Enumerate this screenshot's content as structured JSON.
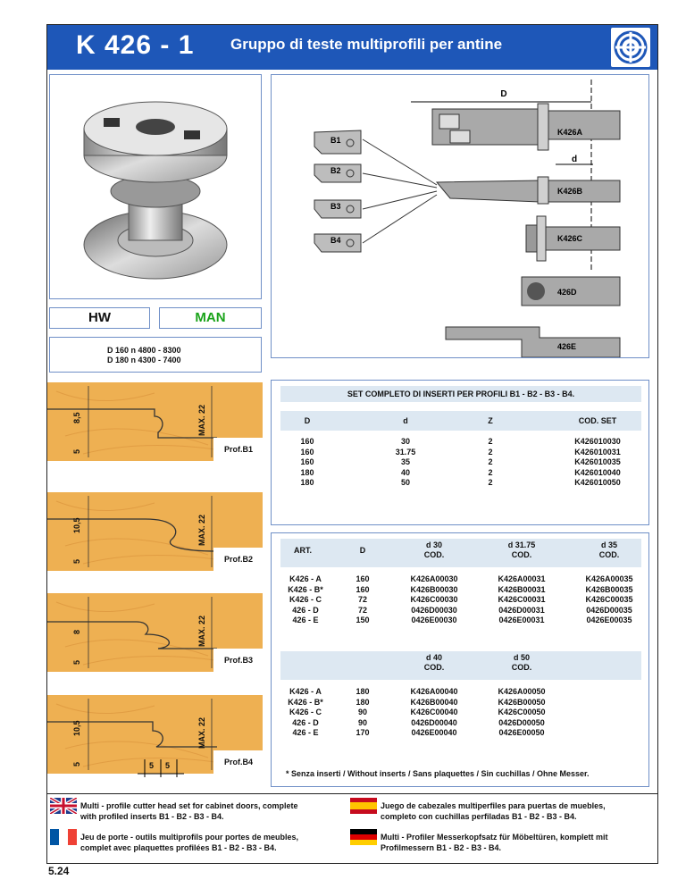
{
  "header": {
    "code": "K 426 - 1",
    "title": "Gruppo di teste multiprofili per antine"
  },
  "tags": {
    "hw": "HW",
    "man": "MAN"
  },
  "speeds": {
    "line1": "D 160  n  4800 - 8300",
    "line2": "D 180  n  4300 - 7400"
  },
  "diagram": {
    "dimension_D": "D",
    "dimension_d": "d",
    "inserts": [
      "B1",
      "B2",
      "B3",
      "B4"
    ],
    "parts": [
      "K426A",
      "K426B",
      "K426C",
      "426D",
      "426E"
    ]
  },
  "profiles": [
    {
      "label": "Prof.B1",
      "dims": [
        "5",
        "8,5"
      ],
      "max": "MAX. 22"
    },
    {
      "label": "Prof.B2",
      "dims": [
        "5",
        "10,5"
      ],
      "max": "MAX. 22"
    },
    {
      "label": "Prof.B3",
      "dims": [
        "5",
        "8"
      ],
      "max": "MAX. 22"
    },
    {
      "label": "Prof.B4",
      "dims": [
        "5",
        "10,5"
      ],
      "max": "MAX. 22"
    }
  ],
  "bottom_dims": [
    "5",
    "5"
  ],
  "set_table": {
    "title": "SET COMPLETO DI INSERTI PER PROFILI B1 - B2 - B3 - B4.",
    "headers": [
      "D",
      "d",
      "Z",
      "COD.  SET"
    ],
    "D": [
      "160",
      "160",
      "160",
      "180",
      "180"
    ],
    "d": [
      "30",
      "31.75",
      "35",
      "40",
      "50"
    ],
    "Z": [
      "2",
      "2",
      "2",
      "2",
      "2"
    ],
    "cod": [
      "K426010030",
      "K426010031",
      "K426010035",
      "K426010040",
      "K426010050"
    ]
  },
  "art_table_1": {
    "headers": {
      "art": "ART.",
      "D": "D",
      "c1a": "d 30",
      "c1b": "COD.",
      "c2a": "d 31.75",
      "c2b": "COD.",
      "c3a": "d 35",
      "c3b": "COD."
    },
    "art": [
      "K426 - A",
      "K426 - B*",
      "K426 - C",
      "426 - D",
      "426 - E"
    ],
    "D": [
      "160",
      "160",
      "72",
      "72",
      "150"
    ],
    "c1": [
      "K426A00030",
      "K426B00030",
      "K426C00030",
      "0426D00030",
      "0426E00030"
    ],
    "c2": [
      "K426A00031",
      "K426B00031",
      "K426C00031",
      "0426D00031",
      "0426E00031"
    ],
    "c3": [
      "K426A00035",
      "K426B00035",
      "K426C00035",
      "0426D00035",
      "0426E00035"
    ]
  },
  "art_table_2": {
    "headers": {
      "c1a": "d 40",
      "c1b": "COD.",
      "c2a": "d 50",
      "c2b": "COD."
    },
    "art": [
      "K426 - A",
      "K426 - B*",
      "K426 - C",
      "426 - D",
      "426 - E"
    ],
    "D": [
      "180",
      "180",
      "90",
      "90",
      "170"
    ],
    "c1": [
      "K426A00040",
      "K426B00040",
      "K426C00040",
      "0426D00040",
      "0426E00040"
    ],
    "c2": [
      "K426A00050",
      "K426B00050",
      "K426C00050",
      "0426D00050",
      "0426E00050"
    ]
  },
  "note": "* Senza inserti / Without inserts / Sans plaquettes / Sin cuchillas / Ohne Messer.",
  "descriptions": {
    "en_1": "Multi - profile cutter head set for cabinet doors, complete",
    "en_2": "with profiled inserts B1 - B2 - B3 - B4.",
    "fr_1": "Jeu de porte - outils multiprofils pour portes de meubles,",
    "fr_2": "complet avec plaquettes profilées B1 - B2 - B3 - B4.",
    "es_1": "Juego de cabezales multiperfiles para puertas de muebles,",
    "es_2": "completo con cuchillas perfiladas B1 - B2 - B3 - B4.",
    "de_1": "Multi - Profiler Messerkopfsatz für Möbeltüren, komplett mit",
    "de_2": "Profilmessern B1 - B2 - B3 - B4."
  },
  "page_number": "5.24",
  "colors": {
    "header_blue": "#1e57b8",
    "man_green": "#19a319",
    "wood": "#eeb052",
    "panel_border": "#6f8fc7"
  }
}
